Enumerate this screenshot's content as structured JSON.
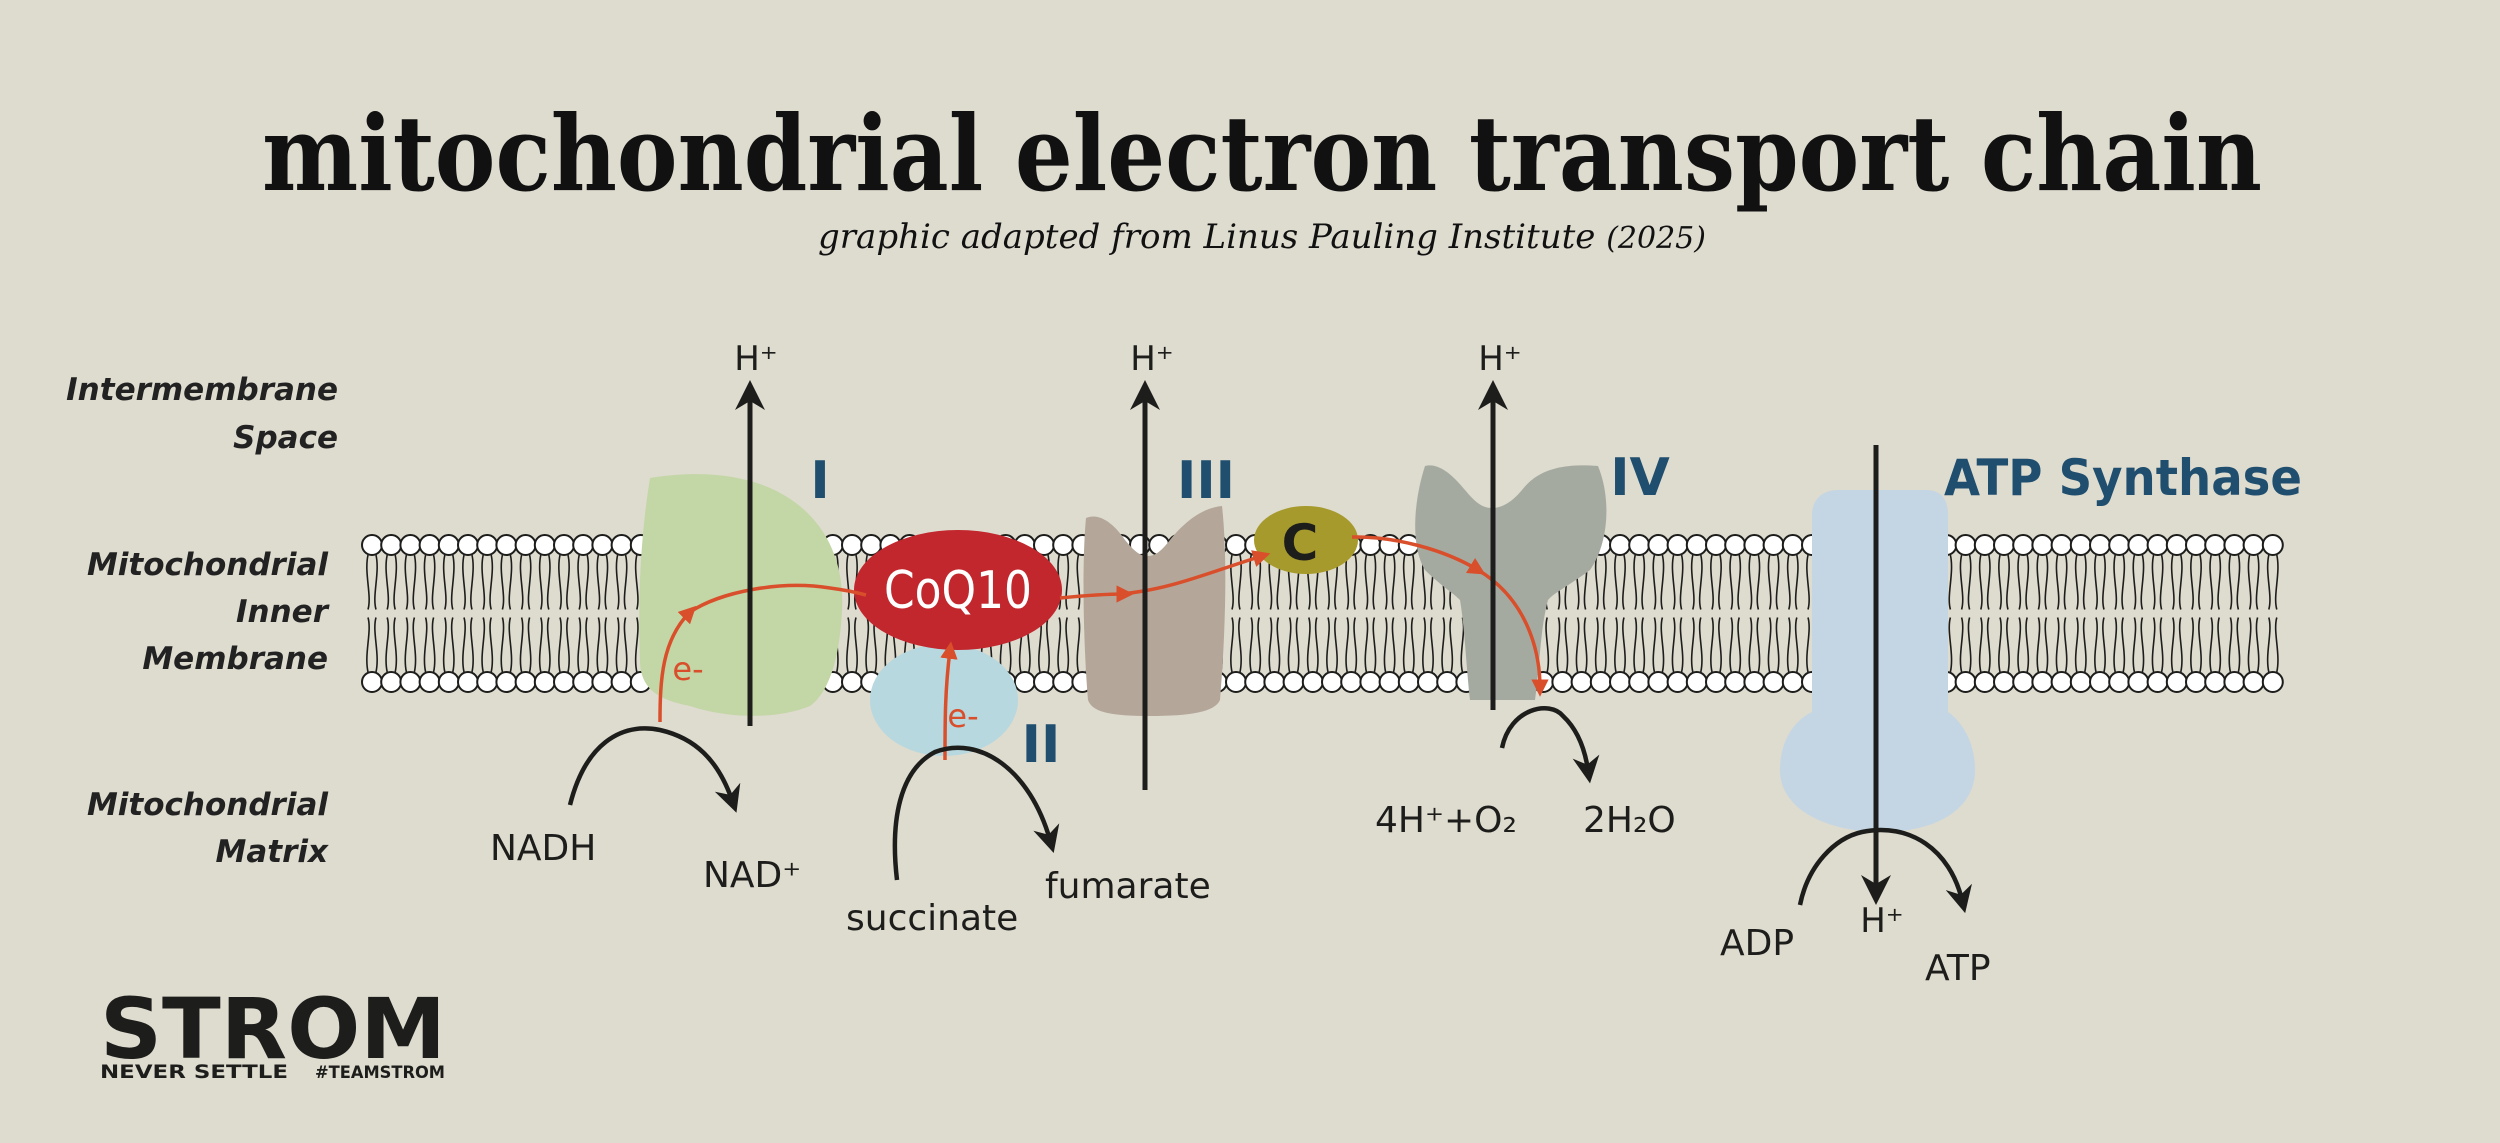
{
  "header": {
    "title": "mitochondrial electron transport chain",
    "subtitle_main": "graphic adapted from Linus Pauling Institute",
    "subtitle_year": "(2025)"
  },
  "regions": {
    "intermembrane": [
      "Intermembrane",
      "Space"
    ],
    "inner_membrane": [
      "Mitochondrial",
      "Inner",
      "Membrane"
    ],
    "matrix": [
      "Mitochondrial",
      "Matrix"
    ]
  },
  "complexes": {
    "c1": "I",
    "c2": "II",
    "c3": "III",
    "c4": "IV",
    "atp_synthase": "ATP Synthase",
    "coq10": "CoQ10",
    "cytc": "C"
  },
  "labels": {
    "h_plus": "H⁺",
    "electron": "e-",
    "nadh": "NADH",
    "nad_plus": "NAD⁺",
    "succinate": "succinate",
    "fumarate": "fumarate",
    "oxygen_in": "4H⁺+O₂",
    "water_out": "2H₂O",
    "adp": "ADP",
    "atp": "ATP"
  },
  "colors": {
    "background": "#dedbcf",
    "complex1": "#c3d6a5",
    "complex2": "#b7d8df",
    "complex3": "#b4a79a",
    "complex4": "#a5aaa1",
    "atp_synthase": "#c4d6e4",
    "coq10": "#c1272d",
    "cytc": "#a69a2c",
    "electron_path": "#d94f2b",
    "numeral_blue": "#1f4e6e"
  },
  "logo": {
    "brand": "STROM",
    "tagline": "NEVER SETTLE",
    "hashtag": "#TEAMSTROM"
  }
}
